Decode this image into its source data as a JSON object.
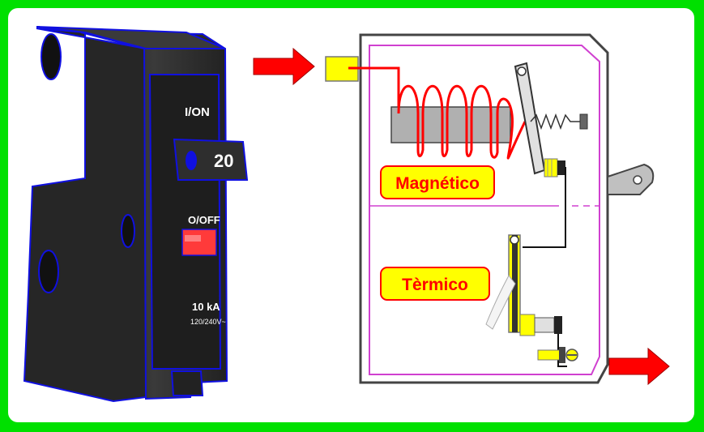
{
  "breaker": {
    "on_label": "I/ON",
    "rating": "20",
    "off_label": "O/OFF",
    "capacity": "10 kA",
    "voltage": "120/240V~"
  },
  "diagram": {
    "magnetic_label": "Magnético",
    "thermal_label": "Tèrmico"
  },
  "colors": {
    "background": "#00e000",
    "panel": "#ffffff",
    "breaker_body": "#2a2a2a",
    "breaker_outline": "#1010e0",
    "arrow": "#ff0000",
    "terminal": "#ffff00",
    "coil": "#ff0000",
    "core": "#b0b0b0",
    "label_fill": "#ffff00",
    "label_text": "#ff0000",
    "inner_border": "#d040d0"
  },
  "icons": [
    "input-arrow-icon",
    "output-arrow-icon",
    "spring-icon",
    "screw-icon"
  ]
}
